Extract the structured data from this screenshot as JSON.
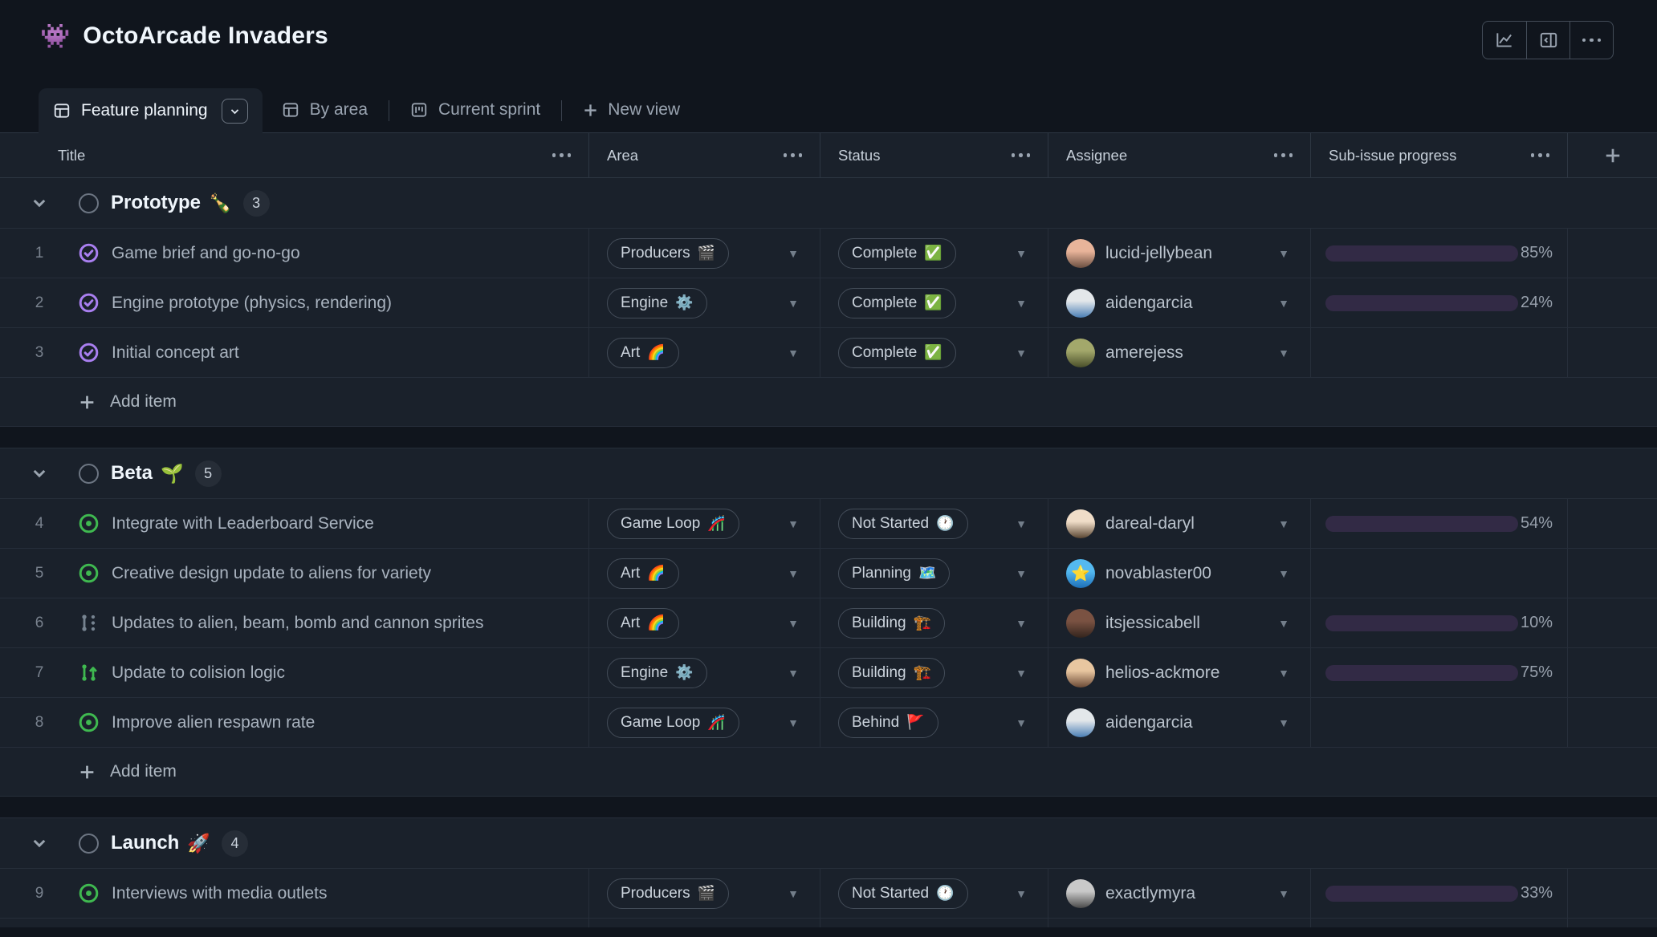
{
  "app": {
    "title_icon": "👾",
    "title": "OctoArcade Invaders"
  },
  "toolbar": {
    "icons": [
      "insights-icon",
      "sidebar-icon",
      "more-options-icon"
    ]
  },
  "tabs": {
    "active": {
      "label": "Feature planning"
    },
    "others": [
      {
        "label": "By area",
        "icon": "table-icon"
      },
      {
        "label": "Current sprint",
        "icon": "board-icon"
      }
    ],
    "new_view_label": "New view"
  },
  "columns": {
    "title": "Title",
    "area": "Area",
    "status": "Status",
    "assignee": "Assignee",
    "progress": "Sub-issue progress"
  },
  "add_item_label": "Add item",
  "colors": {
    "accent_purple": "#9d7bf0",
    "progress_track": "#322a45",
    "open_green": "#3fb950",
    "closed_purple": "#a97ff0",
    "surface": "#1a212b",
    "canvas": "#10151d"
  },
  "groups": [
    {
      "name": "Prototype",
      "emoji": "🍾",
      "count": "3",
      "show_add_item": true,
      "partial_row": false,
      "rows": [
        {
          "num": "1",
          "icon": "issue-closed",
          "title": "Game brief and go-no-go",
          "area": {
            "label": "Producers",
            "emoji": "🎬"
          },
          "status": {
            "label": "Complete",
            "emoji": "✅"
          },
          "assignee": {
            "name": "lucid-jellybean",
            "avatar": [
              "#e8b49a",
              "#6b4f41"
            ],
            "avatar_emoji": ""
          },
          "progress": {
            "percent": 85,
            "label": "85%"
          }
        },
        {
          "num": "2",
          "icon": "issue-closed",
          "title": "Engine prototype (physics, rendering)",
          "area": {
            "label": "Engine",
            "emoji": "⚙️"
          },
          "status": {
            "label": "Complete",
            "emoji": "✅"
          },
          "assignee": {
            "name": "aidengarcia",
            "avatar": [
              "#e3e7ea",
              "#4a7fb5"
            ],
            "avatar_emoji": ""
          },
          "progress": {
            "percent": 24,
            "label": "24%"
          }
        },
        {
          "num": "3",
          "icon": "issue-closed",
          "title": "Initial concept art",
          "area": {
            "label": "Art",
            "emoji": "🌈"
          },
          "status": {
            "label": "Complete",
            "emoji": "✅"
          },
          "assignee": {
            "name": "amerejess",
            "avatar": [
              "#a3a86b",
              "#4a4f2a"
            ],
            "avatar_emoji": ""
          },
          "progress": null
        }
      ]
    },
    {
      "name": "Beta",
      "emoji": "🌱",
      "count": "5",
      "show_add_item": true,
      "partial_row": false,
      "rows": [
        {
          "num": "4",
          "icon": "issue-open",
          "title": "Integrate with Leaderboard Service",
          "area": {
            "label": "Game Loop",
            "emoji": "🎢"
          },
          "status": {
            "label": "Not Started",
            "emoji": "🕐"
          },
          "assignee": {
            "name": "dareal-daryl",
            "avatar": [
              "#f0ddc8",
              "#5a4632"
            ],
            "avatar_emoji": ""
          },
          "progress": {
            "percent": 54,
            "label": "54%"
          }
        },
        {
          "num": "5",
          "icon": "issue-open",
          "title": "Creative design update to aliens for variety",
          "area": {
            "label": "Art",
            "emoji": "🌈"
          },
          "status": {
            "label": "Planning",
            "emoji": "🗺️"
          },
          "assignee": {
            "name": "novablaster00",
            "avatar": [
              "#54b9f0",
              "#1d6fb8"
            ],
            "avatar_emoji": "⭐"
          },
          "progress": null
        },
        {
          "num": "6",
          "icon": "draft-pr",
          "title": "Updates to alien, beam, bomb and cannon sprites",
          "area": {
            "label": "Art",
            "emoji": "🌈"
          },
          "status": {
            "label": "Building",
            "emoji": "🏗️"
          },
          "assignee": {
            "name": "itsjessicabell",
            "avatar": [
              "#7a5242",
              "#33241d"
            ],
            "avatar_emoji": ""
          },
          "progress": {
            "percent": 10,
            "label": "10%"
          }
        },
        {
          "num": "7",
          "icon": "pull-request",
          "title": "Update to colision logic",
          "area": {
            "label": "Engine",
            "emoji": "⚙️"
          },
          "status": {
            "label": "Building",
            "emoji": "🏗️"
          },
          "assignee": {
            "name": "helios-ackmore",
            "avatar": [
              "#e8c6a0",
              "#6b4a36"
            ],
            "avatar_emoji": ""
          },
          "progress": {
            "percent": 75,
            "label": "75%"
          }
        },
        {
          "num": "8",
          "icon": "issue-open",
          "title": "Improve alien respawn rate",
          "area": {
            "label": "Game Loop",
            "emoji": "🎢"
          },
          "status": {
            "label": "Behind",
            "emoji": "🚩"
          },
          "assignee": {
            "name": "aidengarcia",
            "avatar": [
              "#e3e7ea",
              "#4a7fb5"
            ],
            "avatar_emoji": ""
          },
          "progress": null
        }
      ]
    },
    {
      "name": "Launch",
      "emoji": "🚀",
      "count": "4",
      "show_add_item": false,
      "partial_row": true,
      "rows": [
        {
          "num": "9",
          "icon": "issue-open",
          "title": "Interviews with media outlets",
          "area": {
            "label": "Producers",
            "emoji": "🎬"
          },
          "status": {
            "label": "Not Started",
            "emoji": "🕐"
          },
          "assignee": {
            "name": "exactlymyra",
            "avatar": [
              "#c9c9c9",
              "#4a4a4a"
            ],
            "avatar_emoji": ""
          },
          "progress": {
            "percent": 33,
            "label": "33%"
          }
        }
      ]
    }
  ]
}
